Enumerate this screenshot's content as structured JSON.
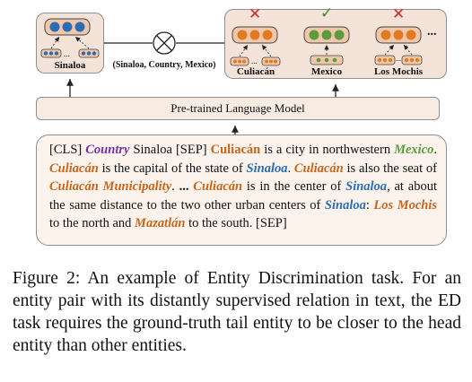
{
  "diagram": {
    "head_entity": "Sinaloa",
    "relation_label": "(Sinaloa, Country, Mexico)",
    "candidates": [
      {
        "name": "Culiacán",
        "mark": "✕",
        "mark_color": "#d62728",
        "dot_color": "#e07b1f"
      },
      {
        "name": "Mexico",
        "mark": "✓",
        "mark_color": "#3a8d2f",
        "dot_color": "#5c9c3c"
      },
      {
        "name": "Los Mochis",
        "mark": "✕",
        "mark_color": "#d62728",
        "dot_color": "#e07b1f"
      }
    ],
    "more_symbol": "...",
    "lower_ellipsis": "...",
    "model_label": "Pre-trained Language Model"
  },
  "input_text": {
    "segments": [
      {
        "text": "[CLS] ",
        "cls": ""
      },
      {
        "text": "Country",
        "cls": "c",
        "color": "#7b2fb0"
      },
      {
        "text": " Sinaloa [SEP] ",
        "cls": ""
      },
      {
        "text": "Culiacán",
        "cls": "c",
        "color": "#c8651b",
        "italic": false
      },
      {
        "text": " is a city in northwestern ",
        "cls": ""
      },
      {
        "text": "Mexico",
        "cls": "c",
        "color": "#5c9c3c"
      },
      {
        "text": ". ",
        "cls": ""
      },
      {
        "text": "Culiacán",
        "cls": "c",
        "color": "#c8651b"
      },
      {
        "text": " is the capital of the state of ",
        "cls": ""
      },
      {
        "text": "Sinaloa",
        "cls": "c",
        "color": "#2a6db5"
      },
      {
        "text": ". ",
        "cls": ""
      },
      {
        "text": "Culiacán",
        "cls": "c",
        "color": "#c8651b"
      },
      {
        "text": " is also the seat of ",
        "cls": ""
      },
      {
        "text": "Culiacán Municipality",
        "cls": "c",
        "color": "#c8651b"
      },
      {
        "text": ". ",
        "cls": ""
      },
      {
        "text": "...",
        "cls": "b"
      },
      {
        "text": " ",
        "cls": ""
      },
      {
        "text": "Culiacán",
        "cls": "c",
        "color": "#c8651b"
      },
      {
        "text": " is in the center of ",
        "cls": ""
      },
      {
        "text": "Sinaloa",
        "cls": "c",
        "color": "#2a6db5"
      },
      {
        "text": ", at about the same distance to the two other urban centers of ",
        "cls": ""
      },
      {
        "text": "Sinaloa",
        "cls": "c",
        "color": "#2a6db5"
      },
      {
        "text": ": ",
        "cls": ""
      },
      {
        "text": "Los Mochis",
        "cls": "c",
        "color": "#c8651b"
      },
      {
        "text": " to the north and ",
        "cls": ""
      },
      {
        "text": "Mazatlán",
        "cls": "c",
        "color": "#c8651b"
      },
      {
        "text": " to the south. [SEP]",
        "cls": ""
      }
    ]
  },
  "caption": "Figure 2: An example of Entity Discrimination task. For an entity pair with its distantly supervised relation in text, the ED task requires the ground-truth tail entity to be closer to the head entity than other entities."
}
